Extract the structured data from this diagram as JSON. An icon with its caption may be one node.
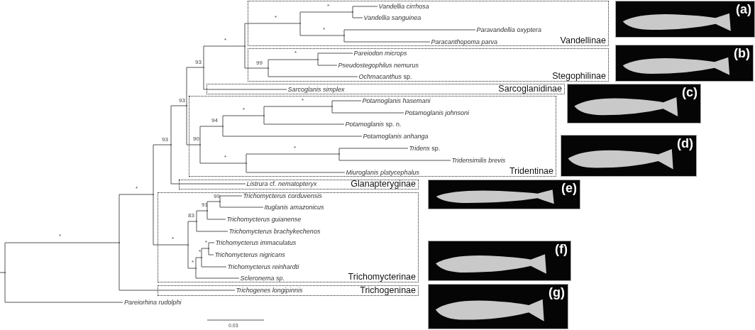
{
  "diagram": {
    "nodes": [
      {
        "text": [
          "Vandellinae"
        ]
      },
      {
        "text": [
          "Vandellia cirrhosa"
        ],
        "in": 0
      },
      {
        "text": [
          "Vandellia sanguinea"
        ],
        "in": 0
      },
      {
        "text": [
          "Paravandellia oxyptera"
        ],
        "in": 0
      },
      {
        "text": [
          "Paracanthopoma parva"
        ],
        "in": 0
      },
      {
        "text": [
          "Stegophilinae"
        ]
      },
      {
        "text": [
          "Pareiodon microps"
        ],
        "in": 5
      },
      {
        "text": [
          "Pseudostegophilus nemurus"
        ],
        "in": 5
      },
      {
        "text": [
          "*Ochmacanthus* sp."
        ],
        "in": 5
      },
      {
        "text": [
          "Sarcoglanidinae"
        ]
      },
      {
        "text": [
          "Sarcoglanis simplex"
        ],
        "in": 9
      },
      {
        "text": [
          "Tridentinae"
        ]
      },
      {
        "text": [
          "Potamoglanis hasemani"
        ],
        "in": 11
      },
      {
        "text": [
          "Potamoglanis johnsoni"
        ],
        "in": 11
      },
      {
        "text": [
          "*Potamoglanis* sp. n."
        ],
        "in": 11
      },
      {
        "text": [
          "Potamoglanis anhanga"
        ],
        "in": 11
      },
      {
        "text": [
          "*Tridens* sp."
        ],
        "in": 11
      },
      {
        "text": [
          "Tridensimilis brevis"
        ],
        "in": 11
      },
      {
        "text": [
          "Miuroglanis platycephalus"
        ],
        "in": 11
      },
      {
        "text": [
          "Glanapteryginae"
        ]
      },
      {
        "text": [
          "*Listrura* cf. *nematopteryx*"
        ],
        "in": 19
      },
      {
        "text": [
          "Trichomycterinae"
        ]
      },
      {
        "text": [
          "Trichomycterus corduvensis"
        ],
        "in": 21
      },
      {
        "text": [
          "Ituglanis amazonicus"
        ],
        "in": 21
      },
      {
        "text": [
          "Trichomycterus guianense"
        ],
        "in": 21
      },
      {
        "text": [
          "Trichomycterus brachykechenos"
        ],
        "in": 21
      },
      {
        "text": [
          "Trichomycterus immaculatus"
        ],
        "in": 21
      },
      {
        "text": [
          "Trichomycterus nigricans"
        ],
        "in": 21
      },
      {
        "text": [
          "Trichomycterus reinhardti"
        ],
        "in": 21
      },
      {
        "text": [
          "Scleronema sp."
        ],
        "in": 21
      },
      {
        "text": [
          "Trichogeninae"
        ]
      },
      {
        "text": [
          "Trichogenes longipinnis"
        ],
        "in": 30
      },
      {
        "text": [
          "Pareiorhina rudolphi"
        ]
      },
      {
        "text": [],
        "shape": "point",
        "in": 0
      },
      {
        "text": [],
        "shape": "point",
        "beside": [
          "*"
        ],
        "in": 0
      },
      {
        "text": [],
        "shape": "point",
        "in": 0
      },
      {
        "text": [],
        "shape": "point",
        "beside": [
          "*"
        ],
        "in": 5
      },
      {
        "text": [],
        "shape": "point",
        "beside": [
          "99"
        ],
        "in": 5
      },
      {
        "text": [],
        "shape": "point",
        "beside": [
          "*"
        ]
      },
      {
        "text": [],
        "shape": "point",
        "beside": [
          "93"
        ]
      },
      {
        "text": [],
        "shape": "point",
        "in": 11
      },
      {
        "text": [],
        "shape": "point",
        "beside": [
          "*"
        ],
        "in": 11
      },
      {
        "text": [],
        "shape": "point",
        "beside": [
          "94"
        ],
        "in": 11
      },
      {
        "text": [],
        "shape": "point",
        "in": 11
      },
      {
        "text": [],
        "shape": "point",
        "beside": [
          "*"
        ],
        "in": 11
      },
      {
        "text": [],
        "shape": "point",
        "beside": [
          "90"
        ],
        "in": 11
      },
      {
        "text": [],
        "shape": "point",
        "beside": [
          "93"
        ]
      },
      {
        "text": [],
        "shape": "point",
        "beside": [
          "93"
        ]
      },
      {
        "text": [],
        "shape": "point",
        "beside": [
          "99"
        ],
        "in": 21
      },
      {
        "text": [],
        "shape": "point",
        "beside": [
          "91"
        ],
        "in": 21
      },
      {
        "text": [],
        "shape": "point",
        "beside": [
          "83"
        ],
        "in": 21
      },
      {
        "text": [],
        "shape": "point",
        "beside": [
          "*"
        ],
        "in": 21
      },
      {
        "text": [],
        "shape": "point",
        "beside": [
          "*"
        ],
        "in": 21
      },
      {
        "text": [],
        "shape": "point",
        "beside": [
          "*"
        ],
        "in": 21
      },
      {
        "text": [],
        "shape": "point",
        "beside": [
          "*"
        ],
        "in": 21
      },
      {
        "text": [],
        "shape": "point",
        "beside": [
          "*"
        ]
      },
      {
        "text": [],
        "shape": "point"
      },
      {
        "text": [],
        "shape": "point"
      },
      {
        "text": [
          "(a)"
        ]
      },
      {
        "text": [
          "(b)"
        ]
      },
      {
        "text": [
          "(c)"
        ]
      },
      {
        "text": [
          "(d)"
        ]
      },
      {
        "text": [
          "(e)"
        ]
      },
      {
        "text": [
          "(f)"
        ]
      },
      {
        "text": [
          "(g)"
        ]
      }
    ],
    "edges": [
      {
        "from": 35,
        "to": 33,
        "arrow": "none"
      },
      {
        "from": 35,
        "to": 34,
        "arrow": "none"
      },
      {
        "from": 33,
        "to": 1,
        "arrow": "none"
      },
      {
        "from": 33,
        "to": 2,
        "arrow": "none"
      },
      {
        "from": 34,
        "to": 3,
        "arrow": "none"
      },
      {
        "from": 34,
        "to": 4,
        "arrow": "none"
      },
      {
        "from": 38,
        "to": 35,
        "arrow": "none"
      },
      {
        "from": 38,
        "to": 37,
        "arrow": "none"
      },
      {
        "from": 37,
        "to": 36,
        "arrow": "none"
      },
      {
        "from": 37,
        "to": 8,
        "arrow": "none"
      },
      {
        "from": 36,
        "to": 6,
        "arrow": "none"
      },
      {
        "from": 36,
        "to": 7,
        "arrow": "none"
      },
      {
        "from": 39,
        "to": 38,
        "arrow": "none"
      },
      {
        "from": 39,
        "to": 10,
        "arrow": "none"
      },
      {
        "from": 46,
        "to": 39,
        "arrow": "none"
      },
      {
        "from": 46,
        "to": 45,
        "arrow": "none"
      },
      {
        "from": 45,
        "to": 42,
        "arrow": "none"
      },
      {
        "from": 45,
        "to": 44,
        "arrow": "none"
      },
      {
        "from": 42,
        "to": 41,
        "arrow": "none"
      },
      {
        "from": 42,
        "to": 15,
        "arrow": "none"
      },
      {
        "from": 41,
        "to": 40,
        "arrow": "none"
      },
      {
        "from": 41,
        "to": 14,
        "arrow": "none"
      },
      {
        "from": 40,
        "to": 12,
        "arrow": "none"
      },
      {
        "from": 40,
        "to": 13,
        "arrow": "none"
      },
      {
        "from": 44,
        "to": 43,
        "arrow": "none"
      },
      {
        "from": 44,
        "to": 18,
        "arrow": "none"
      },
      {
        "from": 43,
        "to": 16,
        "arrow": "none"
      },
      {
        "from": 43,
        "to": 17,
        "arrow": "none"
      },
      {
        "from": 47,
        "to": 46,
        "arrow": "none"
      },
      {
        "from": 47,
        "to": 20,
        "arrow": "none"
      },
      {
        "from": 55,
        "to": 47,
        "arrow": "none"
      },
      {
        "from": 55,
        "to": 54,
        "arrow": "none"
      },
      {
        "from": 54,
        "to": 50,
        "arrow": "none"
      },
      {
        "from": 54,
        "to": 53,
        "arrow": "none"
      },
      {
        "from": 50,
        "to": 49,
        "arrow": "none"
      },
      {
        "from": 50,
        "to": 25,
        "arrow": "none"
      },
      {
        "from": 49,
        "to": 48,
        "arrow": "none"
      },
      {
        "from": 49,
        "to": 24,
        "arrow": "none"
      },
      {
        "from": 48,
        "to": 22,
        "arrow": "none"
      },
      {
        "from": 48,
        "to": 23,
        "arrow": "none"
      },
      {
        "from": 53,
        "to": 52,
        "arrow": "none"
      },
      {
        "from": 53,
        "to": 29,
        "arrow": "none"
      },
      {
        "from": 52,
        "to": 51,
        "arrow": "none"
      },
      {
        "from": 52,
        "to": 28,
        "arrow": "none"
      },
      {
        "from": 51,
        "to": 26,
        "arrow": "none"
      },
      {
        "from": 51,
        "to": 27,
        "arrow": "none"
      },
      {
        "from": 56,
        "to": 55,
        "arrow": "none"
      },
      {
        "from": 56,
        "to": 31,
        "arrow": "none"
      },
      {
        "from": 57,
        "to": 56,
        "arrow": "none"
      },
      {
        "from": 57,
        "to": 32,
        "arrow": "none"
      },
      {
        "from": null,
        "to": 57,
        "arrow": "none"
      }
    ],
    "labels": [
      "*",
      "*",
      "*",
      "*",
      "*",
      "0.03"
    ]
  }
}
